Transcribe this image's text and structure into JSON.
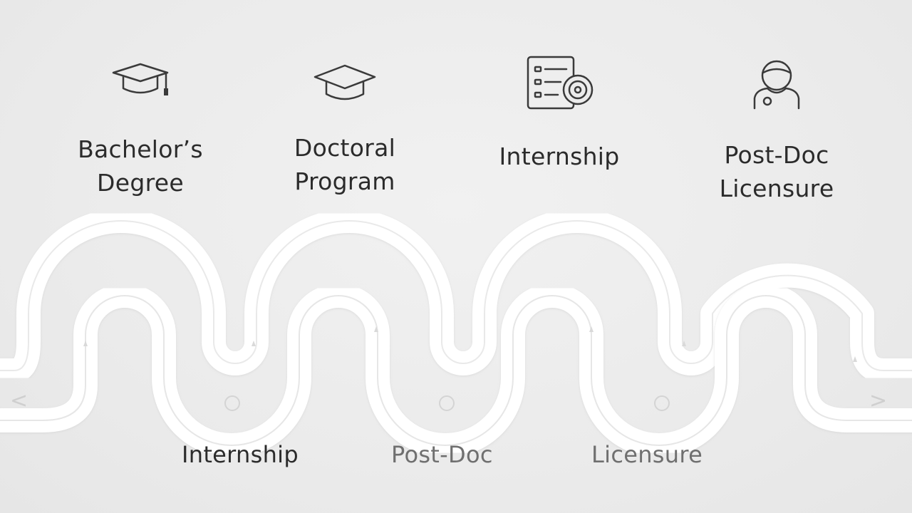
{
  "top_milestones": [
    {
      "lines": [
        "Bachelor’s",
        "Degree"
      ],
      "icon": "graduation-cap-tassel-icon"
    },
    {
      "lines": [
        "Doctoral",
        "Program"
      ],
      "icon": "graduation-cap-icon"
    },
    {
      "lines": [
        "Internship"
      ],
      "icon": "document-checklist-badge-icon"
    },
    {
      "lines": [
        "Post-Doc",
        "Licensure"
      ],
      "icon": "professional-person-icon"
    }
  ],
  "bottom_labels": [
    "Internship",
    "Post-Doc",
    "Licensure"
  ],
  "nav": {
    "prev": "<",
    "next": ">"
  },
  "colors": {
    "background": "#ececec",
    "road": "#ffffff",
    "text_dark": "#2b2b2b",
    "text_muted": "#6f6f6f"
  }
}
